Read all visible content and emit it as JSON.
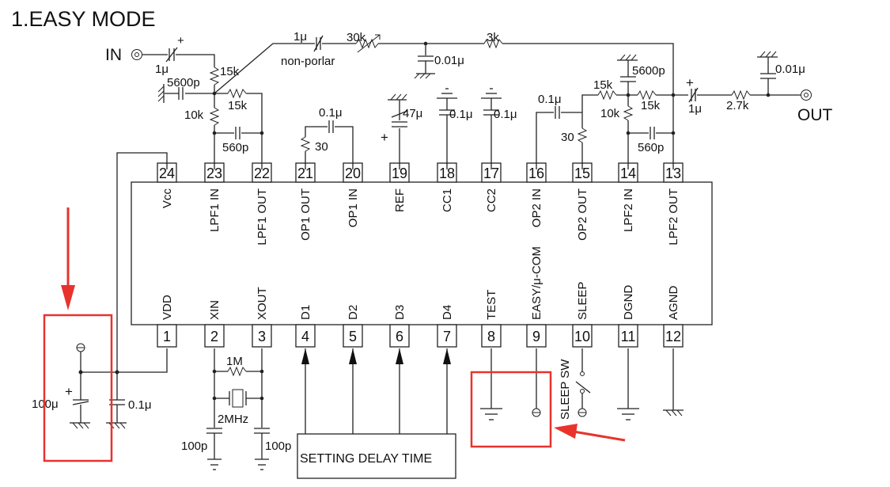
{
  "title": "1.EASY MODE",
  "colors": {
    "wire": "#222222",
    "highlight": "#e8332c"
  },
  "terminals": {
    "in": "IN",
    "out": "OUT"
  },
  "component_labels": {
    "c_in": "1μ",
    "r_in": "15k",
    "c_5600_a": "5600p",
    "r_15k_a": "15k",
    "r_10k_a": "10k",
    "c_560_a": "560p",
    "c_1u_np": "1μ",
    "np": "non-porlar",
    "r_30k": "30k",
    "c_001_a": "0.01μ",
    "r_3k": "3k",
    "c_01_op1": "0.1μ",
    "r_30_a": "30",
    "c_47": "47μ",
    "c_01_cc1": "0.1μ",
    "c_01_cc2": "0.1μ",
    "c_01_op2": "0.1μ",
    "r_30_b": "30",
    "r_15k_b": "15k",
    "c_5600_b": "5600p",
    "r_10k_b": "10k",
    "r_15k_c": "15k",
    "c_560_b": "560p",
    "c_1u_out": "1μ",
    "r_27k": "2.7k",
    "c_001_b": "0.01μ",
    "c_100u": "100μ",
    "c_01_vdd": "0.1μ",
    "r_1m": "1M",
    "xtal": "2MHz",
    "c_100p_a": "100p",
    "c_100p_b": "100p",
    "sleep_sw": "SLEEP SW",
    "plus": "+"
  },
  "pins_top": [
    {
      "num": "24",
      "label": "Vcc"
    },
    {
      "num": "23",
      "label": "LPF1  IN"
    },
    {
      "num": "22",
      "label": "LPF1  OUT"
    },
    {
      "num": "21",
      "label": "OP1 OUT"
    },
    {
      "num": "20",
      "label": "OP1 IN"
    },
    {
      "num": "19",
      "label": "REF"
    },
    {
      "num": "18",
      "label": "CC1"
    },
    {
      "num": "17",
      "label": "CC2"
    },
    {
      "num": "16",
      "label": "OP2 IN"
    },
    {
      "num": "15",
      "label": "OP2 OUT"
    },
    {
      "num": "14",
      "label": "LPF2 IN"
    },
    {
      "num": "13",
      "label": "LPF2 OUT"
    }
  ],
  "pins_bottom": [
    {
      "num": "1",
      "label": "VDD"
    },
    {
      "num": "2",
      "label": "XIN"
    },
    {
      "num": "3",
      "label": "XOUT"
    },
    {
      "num": "4",
      "label": "D1"
    },
    {
      "num": "5",
      "label": "D2"
    },
    {
      "num": "6",
      "label": "D3"
    },
    {
      "num": "7",
      "label": "D4"
    },
    {
      "num": "8",
      "label": "TEST"
    },
    {
      "num": "9",
      "label": "EASY/μ-COM"
    },
    {
      "num": "10",
      "label": "SLEEP"
    },
    {
      "num": "11",
      "label": "DGND"
    },
    {
      "num": "12",
      "label": "AGND"
    }
  ],
  "setting_box": "SETTING DELAY TIME"
}
